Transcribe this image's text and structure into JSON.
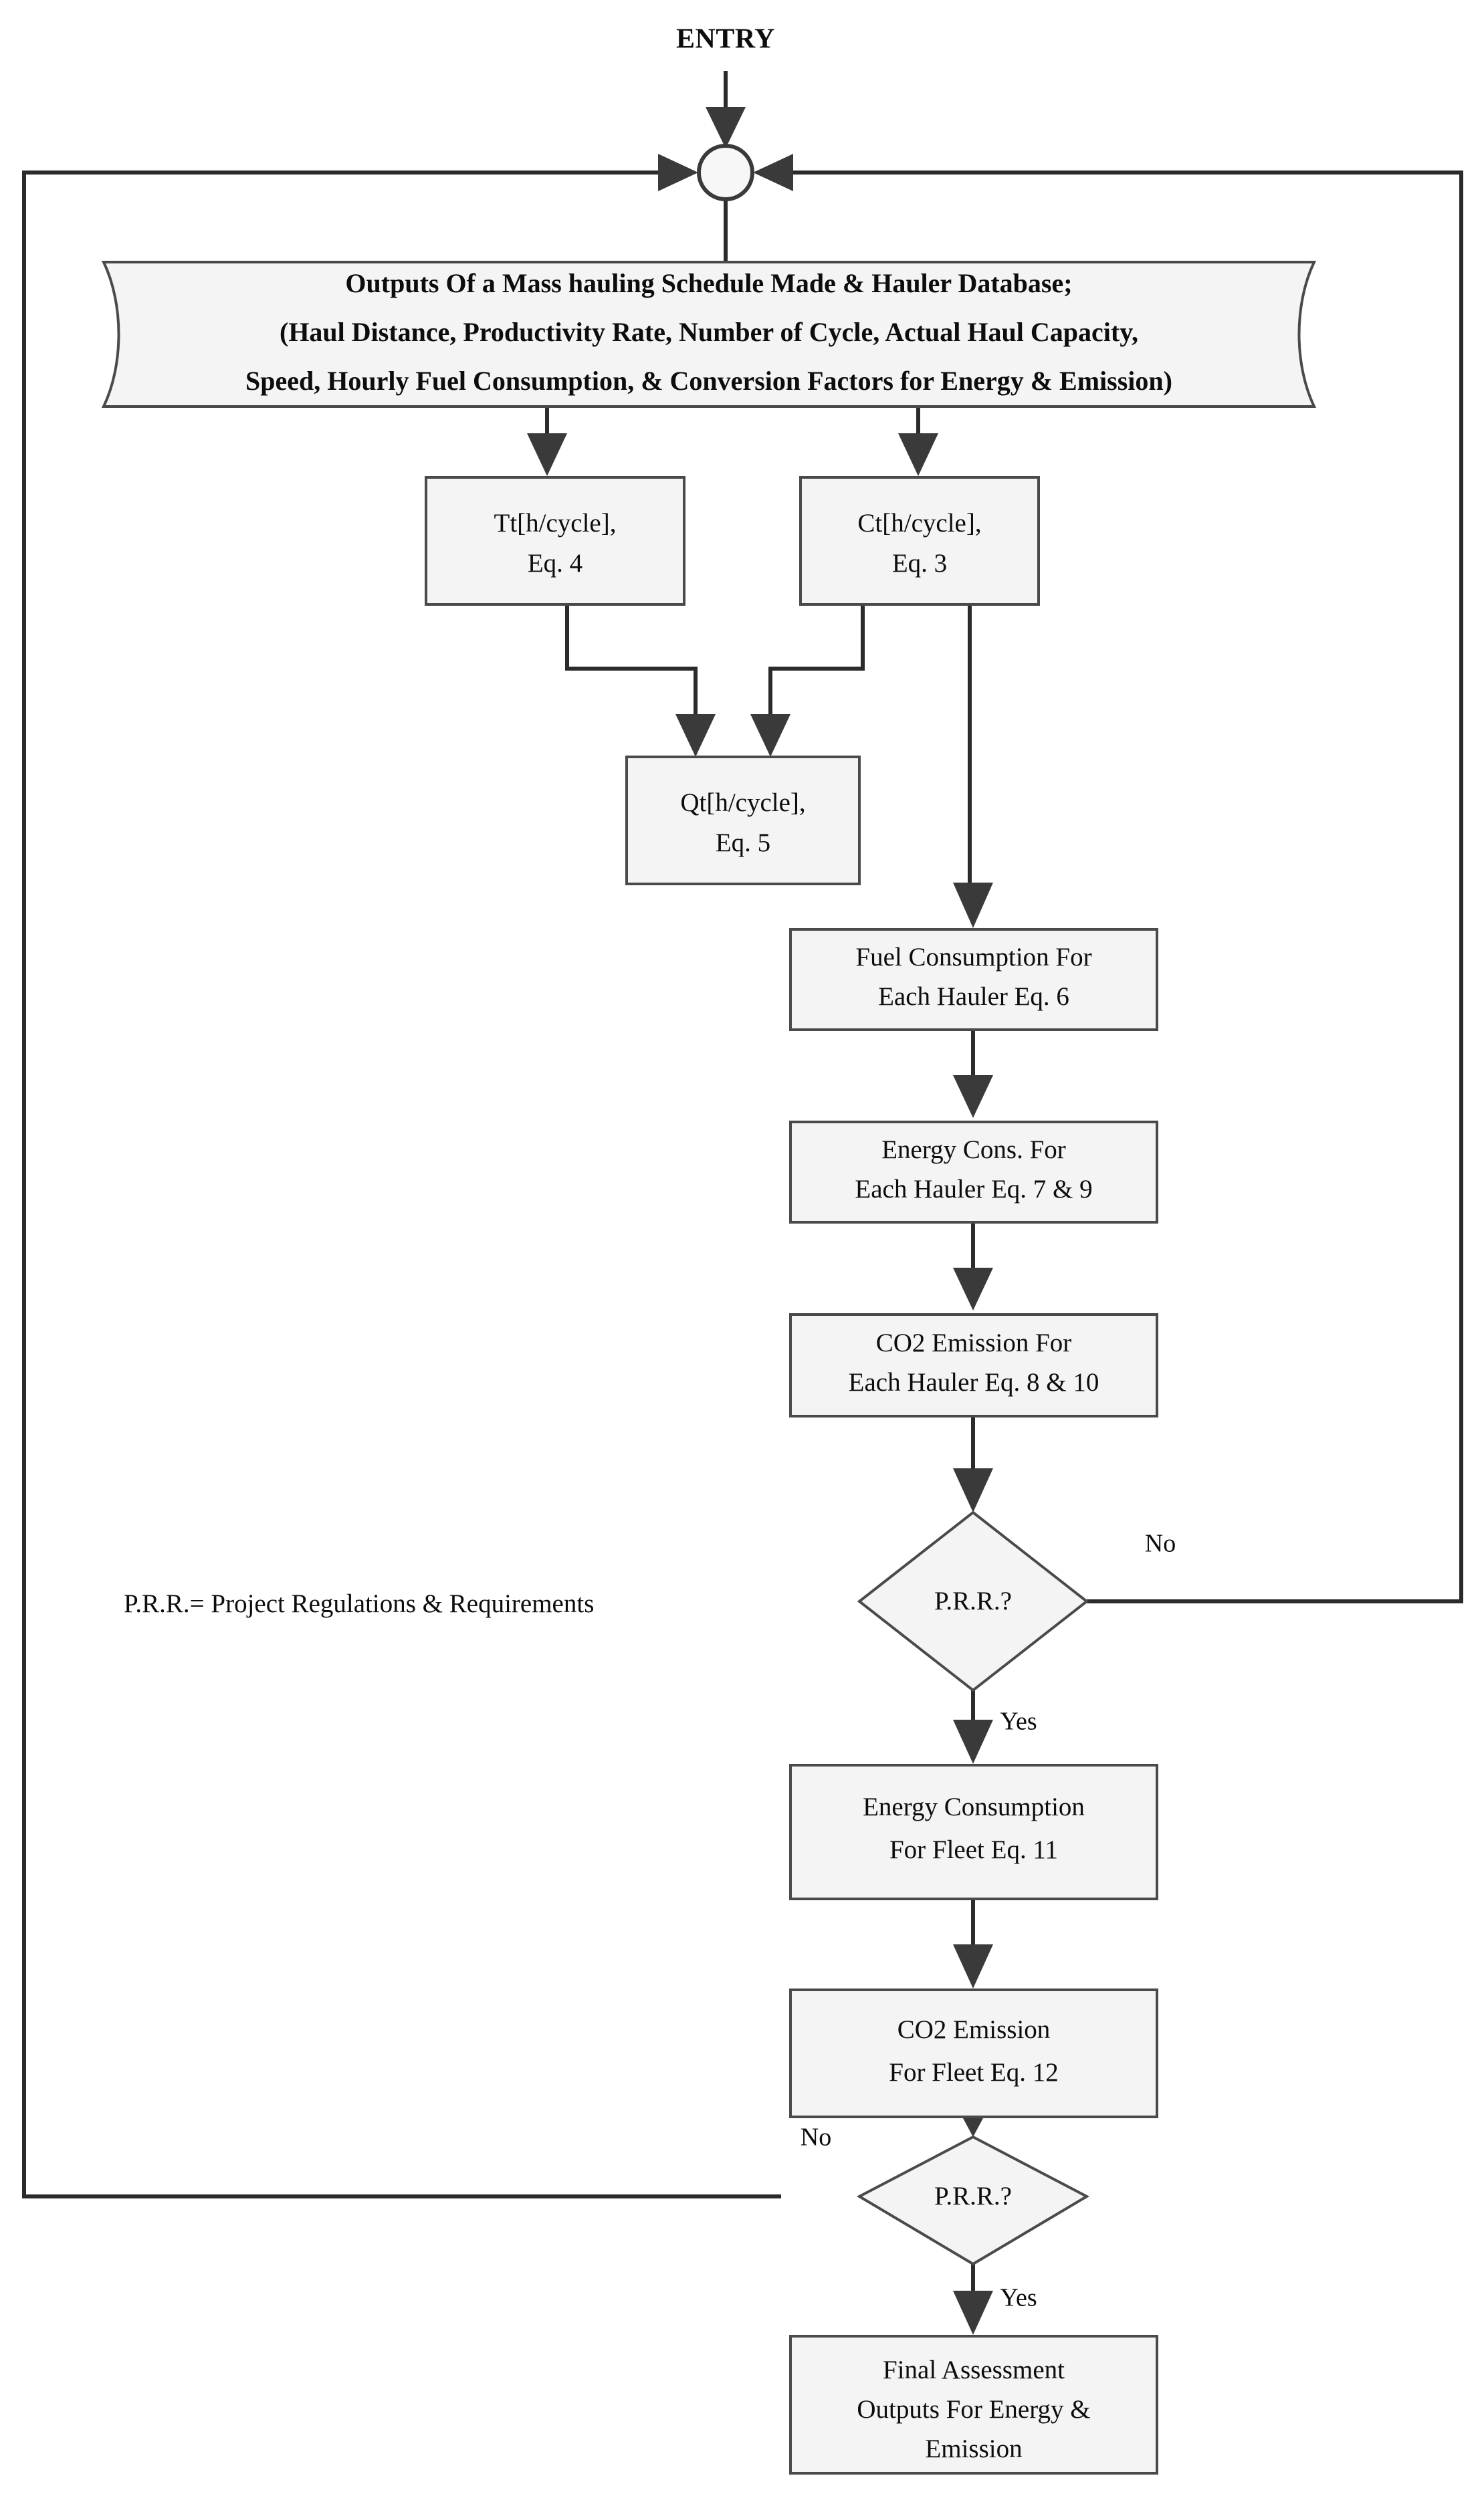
{
  "diagram": {
    "title_label": "ENTRY",
    "legend": "P.R.R.= Project Regulations & Requirements",
    "colors": {
      "shape_fill": "#f4f4f4",
      "shape_stroke": "#4a4a4a",
      "connector": "#2b2b2b",
      "text": "#0d0d0d",
      "background": "#ffffff"
    },
    "nodes": {
      "entry_label": "ENTRY",
      "junction": "merge-junction",
      "data_input": {
        "line1": "Outputs Of a Mass hauling Schedule Made & Hauler Database;",
        "line2": "(Haul Distance, Productivity Rate, Number of Cycle, Actual Haul Capacity,",
        "line3": "Speed, Hourly Fuel Consumption, & Conversion Factors for Energy & Emission)"
      },
      "tt_box": {
        "line1": "Tt[h/cycle],",
        "line2": "Eq. 4"
      },
      "ct_box": {
        "line1": "Ct[h/cycle],",
        "line2": "Eq. 3"
      },
      "qt_box": {
        "line1": "Qt[h/cycle],",
        "line2": "Eq. 5"
      },
      "fuel_box": {
        "line1": "Fuel Consumption For",
        "line2": "Each Hauler Eq. 6"
      },
      "energy_hauler_box": {
        "line1": "Energy Cons. For",
        "line2": "Each Hauler Eq. 7 & 9"
      },
      "co2_hauler_box": {
        "line1": "CO2 Emission For",
        "line2": "Each Hauler Eq. 8 & 10"
      },
      "decision_1": "P.R.R.?",
      "energy_fleet_box": {
        "line1": "Energy Consumption",
        "line2": "For Fleet Eq. 11"
      },
      "co2_fleet_box": {
        "line1": "CO2 Emission",
        "line2": "For Fleet Eq. 12"
      },
      "decision_2": "P.R.R.?",
      "final_box": {
        "line1": "Final Assessment",
        "line2": "Outputs For Energy &",
        "line3": "Emission"
      }
    },
    "edges": {
      "decision1_no": "No",
      "decision1_yes": "Yes",
      "decision2_no": "No",
      "decision2_yes": "Yes"
    }
  }
}
